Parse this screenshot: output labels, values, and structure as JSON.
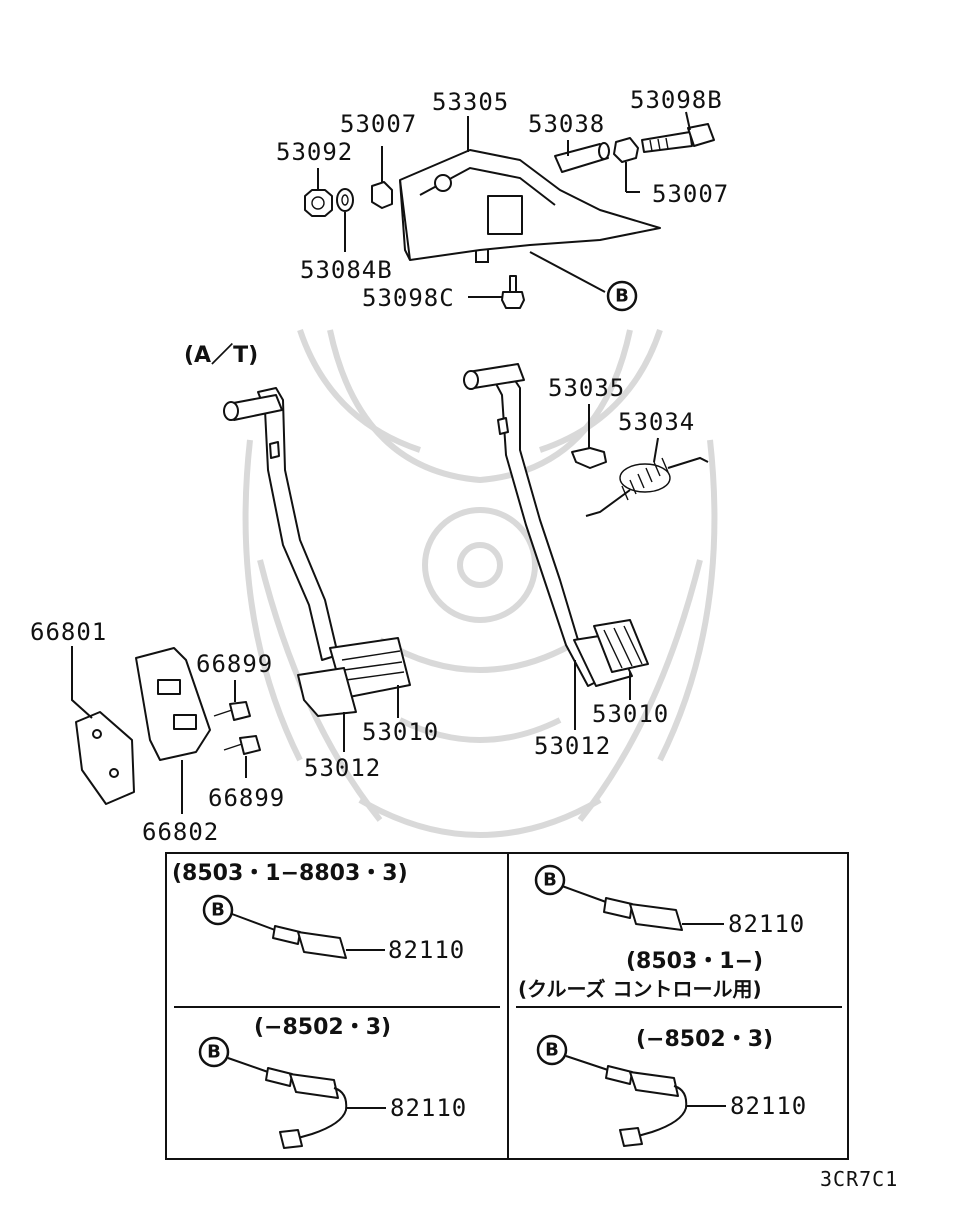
{
  "labels": {
    "p53305": "53305",
    "p53007_top": "53007",
    "p53092": "53092",
    "p53038": "53038",
    "p53098B": "53098B",
    "p53007_right": "53007",
    "p53084B": "53084B",
    "p53098C": "53098C",
    "p53035": "53035",
    "p53034": "53034",
    "p66801": "66801",
    "p66899_top": "66899",
    "p66899_bottom": "66899",
    "p66802": "66802",
    "p53010_left": "53010",
    "p53012_left": "53012",
    "p53010_right": "53010",
    "p53012_right": "53012",
    "at_note": "(A／T)",
    "ref_b": "B",
    "footer_code": "3CR7C1"
  },
  "inset": {
    "top_left_note": "(8503・1−8803・3)",
    "top_left_part": "82110",
    "top_right_part": "82110",
    "top_right_note1": "(8503・1−)",
    "top_right_note2": "(クルーズ コントロール用)",
    "bottom_left_note": "(−8502・3)",
    "bottom_left_part": "82110",
    "bottom_right_note": "(−8502・3)",
    "bottom_right_part": "82110"
  }
}
